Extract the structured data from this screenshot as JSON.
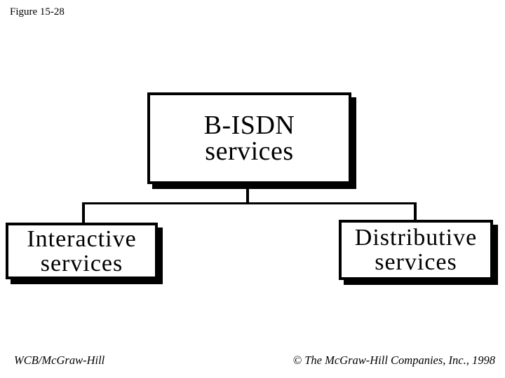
{
  "page": {
    "figure_label": "Figure 15-28",
    "background_color": "#ffffff",
    "foreground_color": "#000000"
  },
  "diagram": {
    "type": "tree",
    "box_fill": "#ffffff",
    "box_border_color": "#000000",
    "shadow_color": "#000000",
    "connector_color": "#000000",
    "root": {
      "line1": "B-ISDN",
      "line2": "services"
    },
    "children": [
      {
        "line1": "Interactive",
        "line2": "services"
      },
      {
        "line1": "Distributive",
        "line2": "services"
      }
    ]
  },
  "footer": {
    "left": "WCB/McGraw-Hill",
    "right": "© The McGraw-Hill Companies, Inc., 1998"
  }
}
